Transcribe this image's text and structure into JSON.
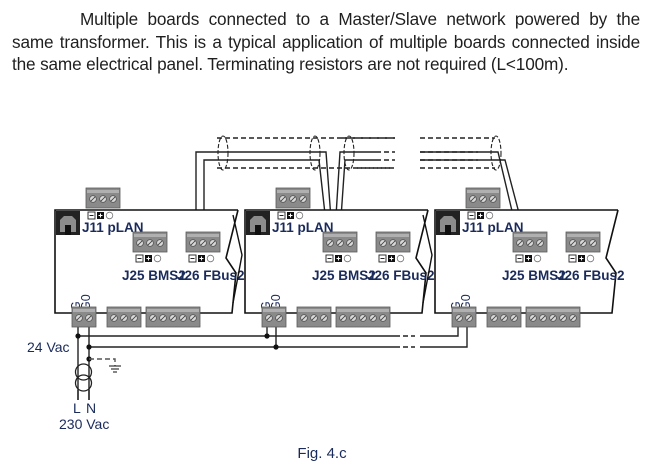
{
  "description": {
    "text": "Multiple boards connected to a Master/Slave network powered by the same transformer. This is a typical application of multiple boards connected inside the same electrical panel. Terminating resistors are not required (L<100m)."
  },
  "diagram": {
    "boards": [
      {
        "id": "board-1",
        "jack_label": "J11 pLAN",
        "bms_label": "J25 BMS2",
        "fbus_label": "J26 FBus2",
        "power_labels": [
          "G",
          "G0"
        ],
        "network_connector": "J26 FBus2"
      },
      {
        "id": "board-2",
        "jack_label": "J11 pLAN",
        "bms_label": "J25 BMS2",
        "fbus_label": "J26 FBus2",
        "power_labels": [
          "G",
          "G0"
        ],
        "network_connector": "J25 BMS2"
      },
      {
        "id": "board-3",
        "jack_label": "J11 pLAN",
        "bms_label": "J25 BMS2",
        "fbus_label": "J26 FBus2",
        "power_labels": [
          "G",
          "G0"
        ],
        "network_connector": "J25 BMS2"
      }
    ],
    "polarity_symbols": [
      "−",
      "+",
      "○"
    ],
    "supply": {
      "secondary_label": "24 Vac",
      "line_label": "L",
      "neutral_label": "N",
      "primary_label": "230 Vac"
    },
    "caption": "Fig. 4.c"
  },
  "colors": {
    "text": "#1f1f1f",
    "label": "#1a2a5a",
    "connector": "#8a8a8a",
    "wire": "#222222"
  }
}
